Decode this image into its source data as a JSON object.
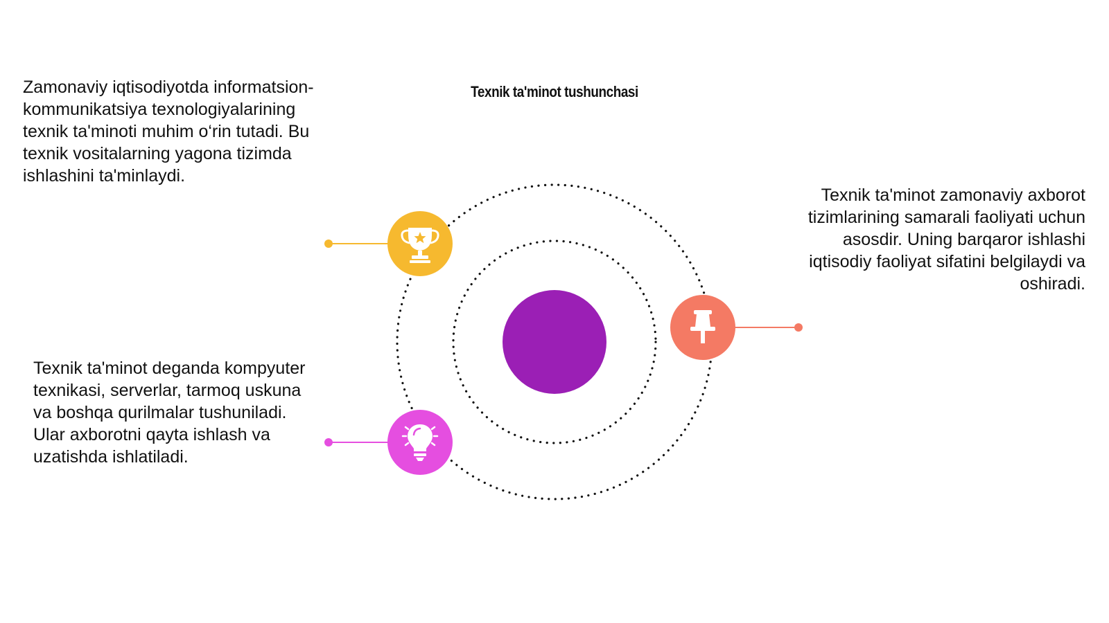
{
  "title": "Texnik ta'minot tushunchasi",
  "items": [
    {
      "text": "Zamonaviy iqtisodiyotda informatsion-kommunikatsiya texnologiyalarining texnik ta'minoti muhim o‘rin tutadi. Bu texnik vositalarning yagona tizimda ishlashini ta'minlaydi.",
      "icon": "trophy-icon",
      "color": "#f6b92f"
    },
    {
      "text": "Texnik ta'minot zamonaviy axborot tizimlarining samarali faoliyati uchun asosdir. Uning barqaror ishlashi iqtisodiy faoliyat sifatini belgilaydi va oshiradi.",
      "icon": "pushpin-icon",
      "color": "#f47a64"
    },
    {
      "text": "Texnik ta'minot deganda kompyuter texnikasi, serverlar, tarmoq uskuna va boshqa qurilmalar tushuniladi. Ular axborotni qayta ishlash va uzatishda ishlatiladi.",
      "icon": "lightbulb-icon",
      "color": "#e54ee0"
    }
  ],
  "colors": {
    "center": "#9b1fb5",
    "dots": "#111111"
  }
}
